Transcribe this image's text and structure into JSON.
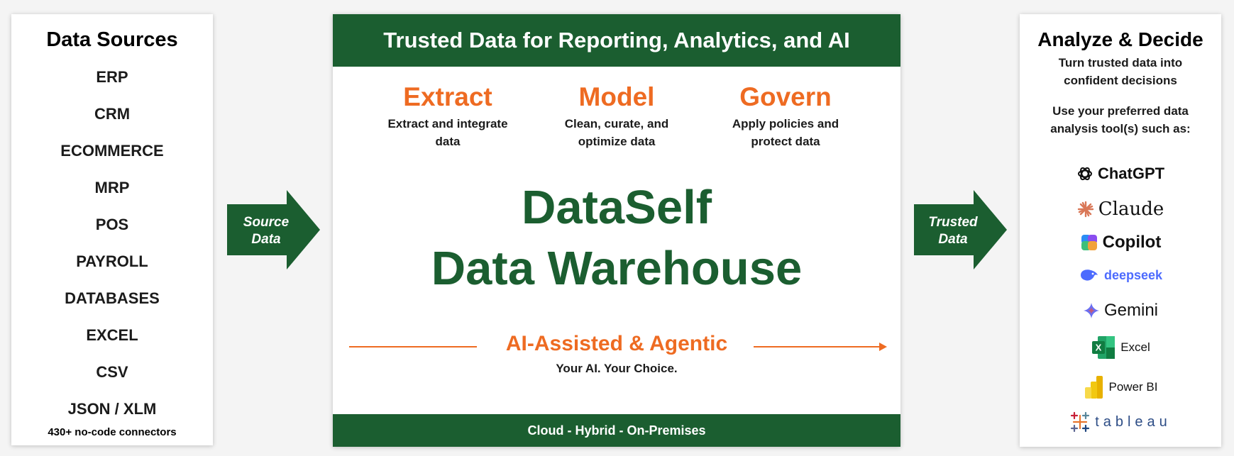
{
  "colors": {
    "brand_green": "#1b5e30",
    "accent_orange": "#ee6b22",
    "text_dark": "#1b1b1b"
  },
  "data_sources": {
    "title": "Data Sources",
    "items": [
      "ERP",
      "CRM",
      "ECOMMERCE",
      "MRP",
      "POS",
      "PAYROLL",
      "DATABASES",
      "EXCEL",
      "CSV",
      "JSON / XLM"
    ],
    "footnote": "430+ no-code connectors"
  },
  "arrows": {
    "source": {
      "line1": "Source",
      "line2": "Data"
    },
    "trusted": {
      "line1": "Trusted",
      "line2": "Data"
    }
  },
  "center": {
    "header": "Trusted Data for Reporting, Analytics, and AI",
    "pillars": [
      {
        "title": "Extract",
        "desc": "Extract and integrate data"
      },
      {
        "title": "Model",
        "desc": "Clean, curate, and optimize data"
      },
      {
        "title": "Govern",
        "desc": "Apply policies and protect data"
      }
    ],
    "product_line1": "DataSelf",
    "product_line2": "Data Warehouse",
    "ai_title": "AI-Assisted & Agentic",
    "ai_subtitle": "Your AI. Your Choice.",
    "footer": "Cloud  -  Hybrid  -  On-Premises"
  },
  "analyze": {
    "title": "Analyze & Decide",
    "subtitle": "Turn trusted data into confident decisions",
    "intro": "Use your preferred data analysis tool(s) such as:",
    "tools": [
      {
        "name": "ChatGPT",
        "icon": "openai-icon"
      },
      {
        "name": "Claude",
        "icon": "claude-icon"
      },
      {
        "name": "Copilot",
        "icon": "copilot-icon"
      },
      {
        "name": "deepseek",
        "icon": "deepseek-whale-icon"
      },
      {
        "name": "Gemini",
        "icon": "gemini-sparkle-icon"
      },
      {
        "name": "Excel",
        "icon": "excel-icon"
      },
      {
        "name": "Power BI",
        "icon": "powerbi-icon"
      },
      {
        "name": "tableau",
        "icon": "tableau-icon"
      }
    ]
  }
}
